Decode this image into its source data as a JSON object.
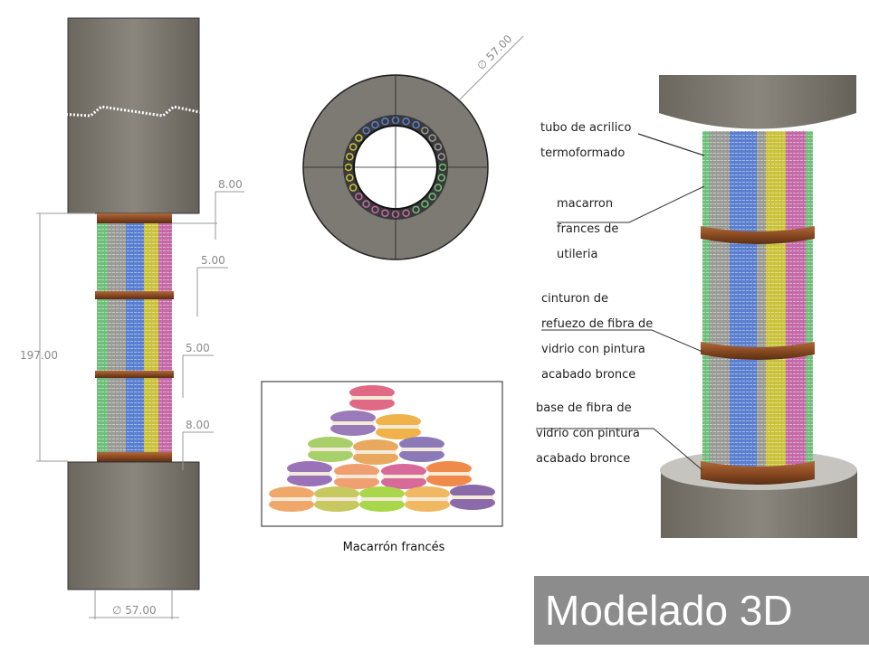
{
  "dimensions": {
    "total_height": "197.00",
    "top_base": "8.00",
    "belt_1": "5.00",
    "belt_2": "5.00",
    "bottom_base": "8.00",
    "diameter_front": "∅ 57.00",
    "diameter_top": "∅ 57.00"
  },
  "labels": {
    "tube": [
      "tubo de acrilico",
      "termoformado"
    ],
    "macaron": [
      "macarron",
      "frances de",
      "utileria"
    ],
    "belt": [
      "cinturon de",
      "refuezo de fibra de",
      "vidrio con pintura",
      "acabado bronce"
    ],
    "base": [
      "base de fibra de",
      "vidrio con pintura",
      "acabado bronce"
    ]
  },
  "photo_caption": "Macarrón francés",
  "title_badge": "Modelado 3D",
  "colors": {
    "block": "#7b776f",
    "bronze": "#8a4a22",
    "stripe_gray": "#9a9a96",
    "stripe_blue": "#5a7fd0",
    "stripe_yellow": "#c9c23a",
    "stripe_pink": "#c46aa8",
    "stripe_green": "#6fbf7a"
  }
}
